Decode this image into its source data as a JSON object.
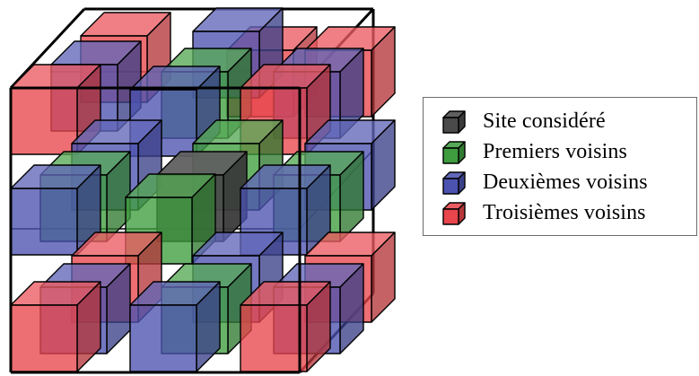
{
  "colors": {
    "considered": "#4a4a4a",
    "first": "#3f9d3f",
    "second": "#4b52b0",
    "third": "#e8454c",
    "frame": "#000000"
  },
  "legend": {
    "items": [
      {
        "key": "considered",
        "label": "Site considéré",
        "icon": "dark-cube-icon"
      },
      {
        "key": "first",
        "label": "Premiers voisins",
        "icon": "green-cube-icon"
      },
      {
        "key": "second",
        "label": "Deuxièmes voisins",
        "icon": "blue-cube-icon"
      },
      {
        "key": "third",
        "label": "Troisièmes voisins",
        "icon": "red-cube-icon"
      }
    ]
  }
}
